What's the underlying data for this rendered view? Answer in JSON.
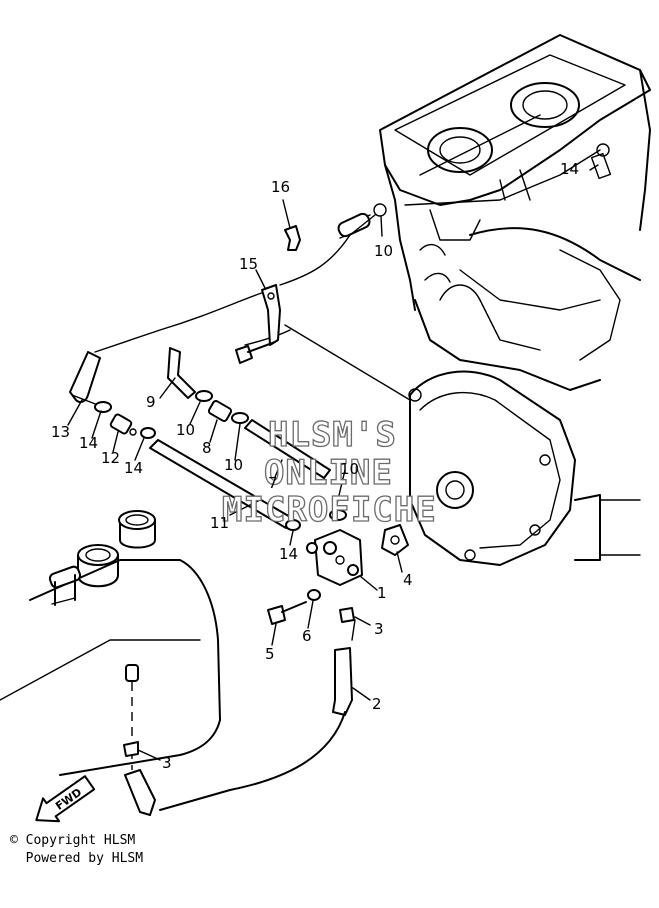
{
  "callouts": {
    "c16": "16",
    "c15": "15",
    "c10a": "10",
    "c14a": "14",
    "c13": "13",
    "c14b": "14",
    "c12": "12",
    "c14c": "14",
    "c9": "9",
    "c10b": "10",
    "c8": "8",
    "c10c": "10",
    "c10d": "10",
    "c7": "7",
    "c11": "11",
    "c14d": "14",
    "c4": "4",
    "c1": "1",
    "c3a": "3",
    "c6": "6",
    "c5": "5",
    "c2": "2",
    "c3b": "3"
  },
  "watermark": {
    "line1": "HLSM'S",
    "line2": "ONLINE",
    "line3": "MICROFICHE"
  },
  "fwd_label": "FWD",
  "footer": {
    "copyright": "© Copyright HLSM",
    "powered": "  Powered by HLSM"
  }
}
